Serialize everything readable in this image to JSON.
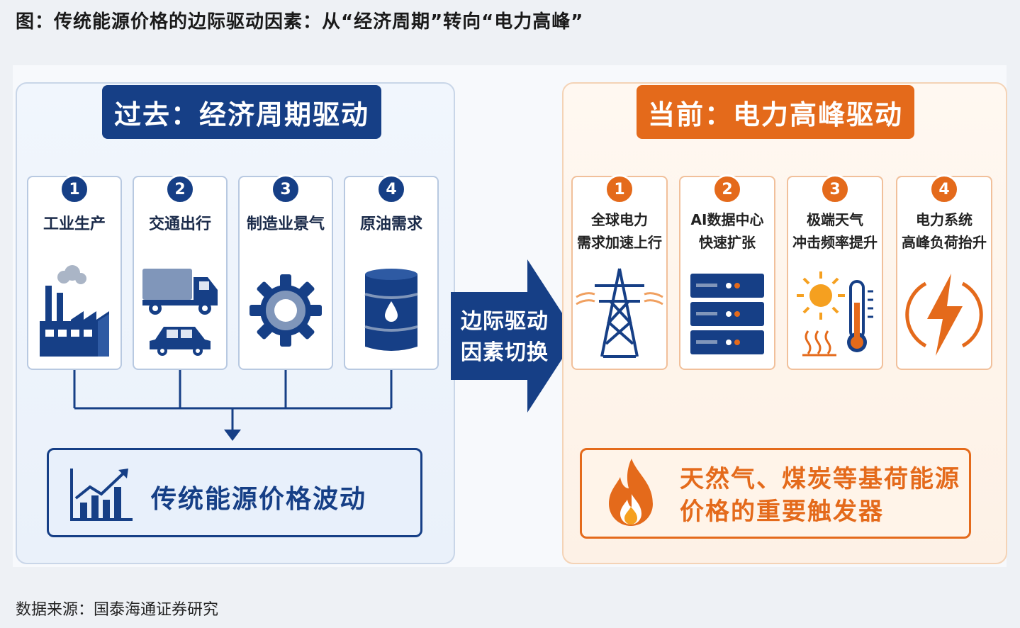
{
  "figure_title": "图：传统能源价格的边际驱动因素：从“经济周期”转向“电力高峰”",
  "source": "数据来源：国泰海通证券研究",
  "left": {
    "banner": "过去：经济周期驱动",
    "cards": [
      {
        "num": "1",
        "label": "工业生产",
        "icon": "factory-icon"
      },
      {
        "num": "2",
        "label": "交通出行",
        "icon": "truck-car-icon"
      },
      {
        "num": "3",
        "label": "制造业景气",
        "icon": "gear-icon"
      },
      {
        "num": "4",
        "label": "原油需求",
        "icon": "oil-barrel-icon"
      }
    ],
    "result": "传统能源价格波动",
    "result_icon": "rising-chart-icon"
  },
  "arrow": {
    "text": "边际驱动\n因素切换"
  },
  "right": {
    "banner": "当前：电力高峰驱动",
    "cards": [
      {
        "num": "1",
        "label": "全球电力\n需求加速上行",
        "icon": "power-tower-icon"
      },
      {
        "num": "2",
        "label": "AI数据中心\n快速扩张",
        "icon": "server-rack-icon"
      },
      {
        "num": "3",
        "label": "极端天气\n冲击频率提升",
        "icon": "sun-thermometer-icon"
      },
      {
        "num": "4",
        "label": "电力系统\n高峰负荷抬升",
        "icon": "lightning-icon"
      }
    ],
    "result": "天然气、煤炭等基荷能源\n价格的重要触发器",
    "result_icon": "flame-icon"
  },
  "colors": {
    "navy": "#163f86",
    "orange": "#e46a1b"
  }
}
